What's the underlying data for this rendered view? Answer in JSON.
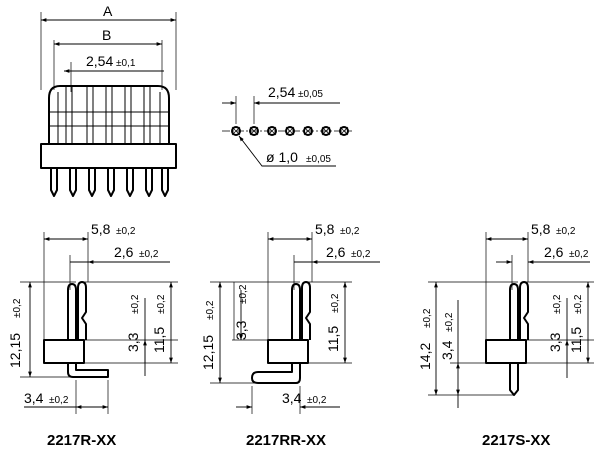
{
  "top_view": {
    "dim_a": "A",
    "dim_b": "B",
    "pitch_value": "2,54",
    "pitch_tol": "±0,1"
  },
  "hole_pattern": {
    "pitch_value": "2,54",
    "pitch_tol": "±0,05",
    "diameter_value": "ø 1,0",
    "diameter_tol": "±0,05"
  },
  "variants": [
    {
      "name": "2217R-XX",
      "dim_width": {
        "value": "5,8",
        "tol": "±0,2"
      },
      "dim_offset": {
        "value": "2,6",
        "tol": "±0,2"
      },
      "dim_total": {
        "value": "12,15",
        "tol": "±0,2"
      },
      "dim_body": {
        "value": "3,3",
        "tol": "±0,2"
      },
      "dim_pin": {
        "value": "11,5",
        "tol": "±0,2"
      },
      "dim_foot": {
        "value": "3,4",
        "tol": "±0,2"
      }
    },
    {
      "name": "2217RR-XX",
      "dim_width": {
        "value": "5,8",
        "tol": "±0,2"
      },
      "dim_offset": {
        "value": "2,6",
        "tol": "±0,2"
      },
      "dim_total": {
        "value": "12,15",
        "tol": "±0,2"
      },
      "dim_body": {
        "value": "3,3",
        "tol": "±0,2"
      },
      "dim_pin": {
        "value": "11,5",
        "tol": "±0,2"
      },
      "dim_foot": {
        "value": "3,4",
        "tol": "±0,2"
      }
    },
    {
      "name": "2217S-XX",
      "dim_width": {
        "value": "5,8",
        "tol": "±0,2"
      },
      "dim_offset": {
        "value": "2,6",
        "tol": "±0,2"
      },
      "dim_total": {
        "value": "14,2",
        "tol": "±0,2"
      },
      "dim_lower": {
        "value": "3,4",
        "tol": "±0,2"
      },
      "dim_body": {
        "value": "3,3",
        "tol": "±0,2"
      },
      "dim_pin": {
        "value": "11,5",
        "tol": "±0,2"
      }
    }
  ]
}
